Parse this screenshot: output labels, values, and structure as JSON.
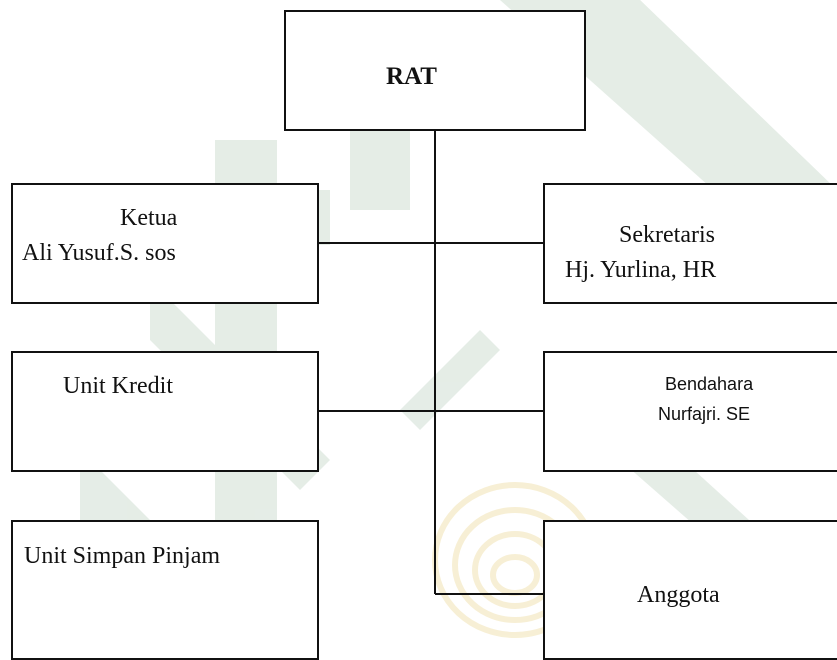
{
  "org_chart": {
    "root": {
      "label": "RAT"
    },
    "left": [
      {
        "title": "Ketua",
        "name": "Ali Yusuf.S. sos"
      },
      {
        "title": "Unit Kredit"
      },
      {
        "title": "Unit Simpan Pinjam"
      }
    ],
    "right": [
      {
        "title": "Sekretaris",
        "name": "Hj. Yurlina, HR"
      },
      {
        "title": "Bendahara",
        "name": "Nurfajri. SE"
      },
      {
        "title": "Anggota"
      }
    ]
  },
  "colors": {
    "stroke": "#111111",
    "watermark_green": "#dfe9e1",
    "watermark_yellow": "#f8f0d0"
  }
}
